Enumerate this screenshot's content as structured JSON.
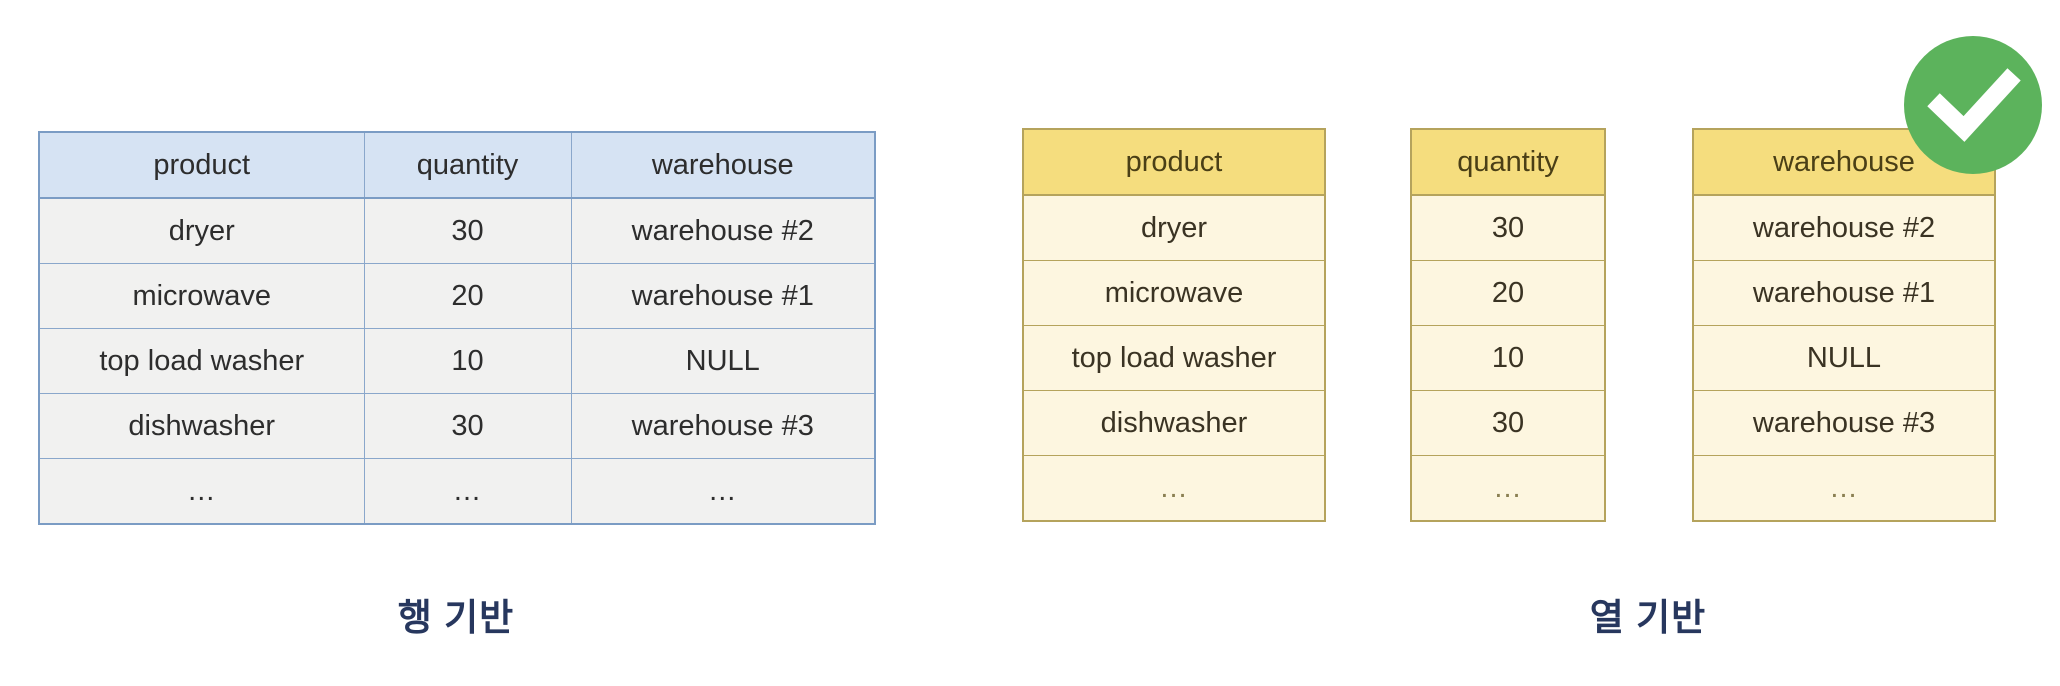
{
  "row_table": {
    "name": "row-based-table",
    "columns": [
      "product",
      "quantity",
      "warehouse"
    ],
    "rows": [
      [
        "dryer",
        "30",
        "warehouse #2"
      ],
      [
        "microwave",
        "20",
        "warehouse #1"
      ],
      [
        "top load washer",
        "10",
        "NULL"
      ],
      [
        "dishwasher",
        "30",
        "warehouse #3"
      ],
      [
        "...",
        "...",
        "..."
      ]
    ],
    "header_bg": "#d6e3f3",
    "cell_bg": "#f1f1f0",
    "border": "#7b9cc4"
  },
  "column_tables": [
    {
      "header": "product",
      "cells": [
        "dryer",
        "microwave",
        "top load washer",
        "dishwasher",
        "..."
      ]
    },
    {
      "header": "quantity",
      "cells": [
        "30",
        "20",
        "10",
        "30",
        "..."
      ]
    },
    {
      "header": "warehouse",
      "cells": [
        "warehouse #2",
        "warehouse #1",
        "NULL",
        "warehouse #3",
        "..."
      ]
    }
  ],
  "column_style": {
    "header_bg": "#f5dd7e",
    "cell_bg": "#fdf6e0",
    "border": "#b5a35c"
  },
  "badge": {
    "icon": "check-circle-icon",
    "color": "#5cb35c",
    "mark_color": "#ffffff"
  },
  "captions": {
    "left": "행 기반",
    "right": "열 기반",
    "color": "#27375e"
  }
}
